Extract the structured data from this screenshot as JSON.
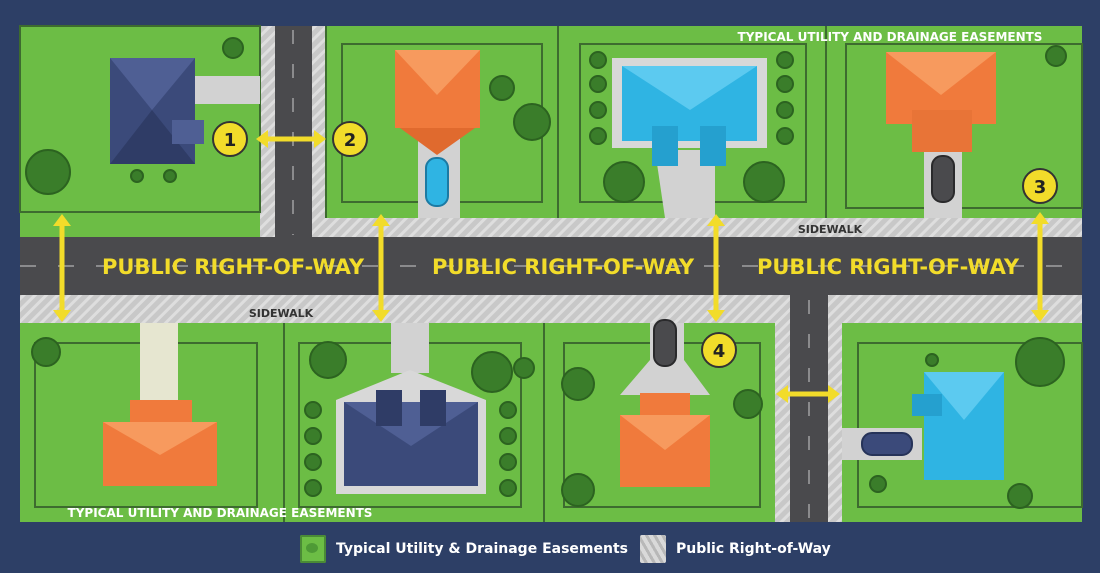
{
  "labels": {
    "top_easement": "TYPICAL UTILITY AND  DRAINAGE EASEMENTS",
    "bottom_easement": "TYPICAL UTILITY AND  DRAINAGE EASEMENTS",
    "row_1": "PUBLIC RIGHT-OF-WAY",
    "row_2": "PUBLIC RIGHT-OF-WAY",
    "row_3": "PUBLIC RIGHT-OF-WAY",
    "sidewalk_top": "SIDEWALK",
    "sidewalk_bottom": "SIDEWALK"
  },
  "markers": [
    "1",
    "2",
    "3",
    "4"
  ],
  "legend": {
    "easement": "Typical Utility & Drainage Easements",
    "row": "Public Right-of-Way"
  },
  "colors": {
    "background": "#2d3f66",
    "grass": "#6cbd45",
    "road": "#4a4a4d",
    "arrow": "#f2dc2a",
    "roof_navy": "#3b4a7a",
    "roof_orange": "#f07a3c",
    "roof_blue": "#2fb4e3"
  }
}
